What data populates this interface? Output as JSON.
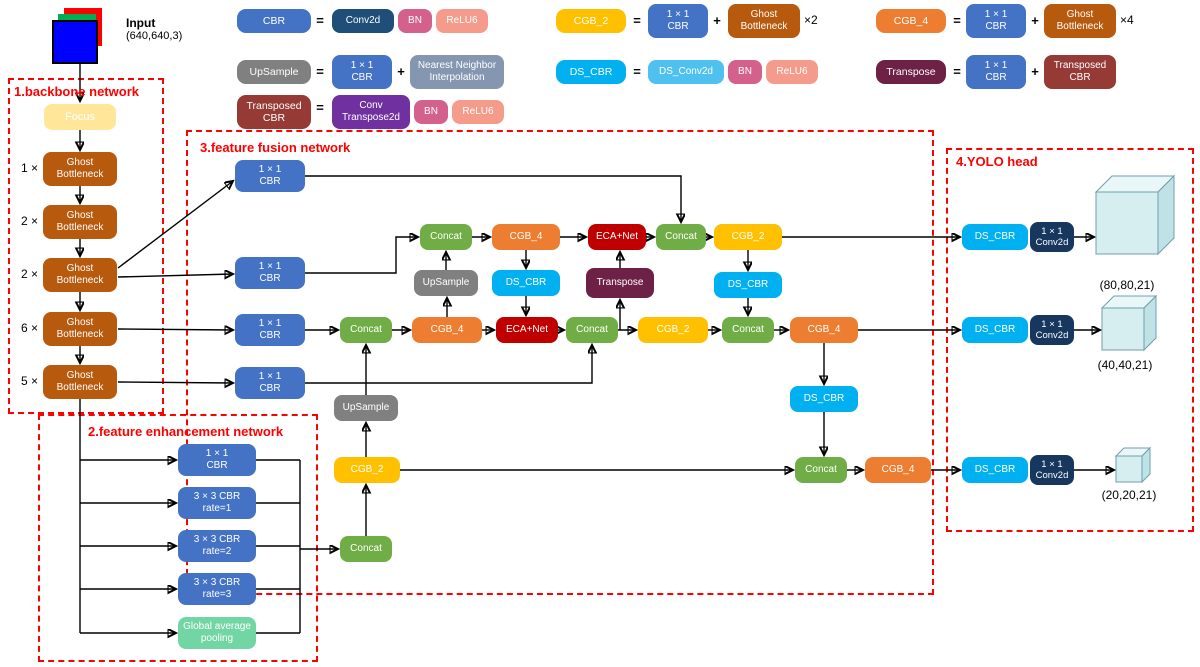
{
  "input": {
    "title": "Input",
    "shape": "(640,640,3)"
  },
  "symbols": {
    "eq": "=",
    "plus": "+"
  },
  "legend": {
    "cbr": {
      "chip": "CBR",
      "conv": "Conv2d",
      "bn": "BN",
      "relu": "ReLU6"
    },
    "upsample": {
      "chip": "UpSample",
      "cbr": "1 × 1\nCBR",
      "nn": "Nearest Neighbor\nInterpolation"
    },
    "tcbr": {
      "chip": "Transposed\nCBR",
      "conv": "Conv\nTranspose2d",
      "bn": "BN",
      "relu": "ReLU6"
    },
    "cgb2": {
      "chip": "CGB_2",
      "cbr": "1 × 1\nCBR",
      "ghost": "Ghost\nBottleneck",
      "mult": "×2"
    },
    "dscbr": {
      "chip": "DS_CBR",
      "conv": "DS_Conv2d",
      "bn": "BN",
      "relu": "ReLU6"
    },
    "cgb4": {
      "chip": "CGB_4",
      "cbr": "1 × 1\nCBR",
      "ghost": "Ghost\nBottleneck",
      "mult": "×4"
    },
    "transpose": {
      "chip": "Transpose",
      "cbr": "1 × 1\nCBR",
      "tcbr": "Transposed\nCBR"
    }
  },
  "backbone": {
    "title": "1.backbone network",
    "focus": "Focus",
    "ghost": "Ghost\nBottleneck",
    "mults": [
      "1 ×",
      "2 ×",
      "2 ×",
      "6 ×",
      "5 ×"
    ]
  },
  "enhancement": {
    "title": "2.feature enhancement network",
    "blocks": [
      "1 × 1\nCBR",
      "3 × 3 CBR\nrate=1",
      "3 × 3 CBR\nrate=2",
      "3 × 3 CBR\nrate=3",
      "Global average\npooling"
    ]
  },
  "fusion": {
    "title": "3.feature fusion network",
    "cbr1x1": "1 × 1\nCBR",
    "concat": "Concat",
    "cgb2": "CGB_2",
    "cgb4": "CGB_4",
    "eca": "ECA+Net",
    "upsample": "UpSample",
    "ds_cbr": "DS_CBR",
    "transpose": "Transpose"
  },
  "head": {
    "title": "4.YOLO head",
    "ds_cbr": "DS_CBR",
    "conv": "1 × 1\nConv2d",
    "outputs": [
      "(80,80,21)",
      "(40,40,21)",
      "(20,20,21)"
    ]
  },
  "colors": {
    "cbr_blue": "#4472C4",
    "conv_navy": "#1F4E79",
    "conv1x1_navy": "#17375E",
    "bn_pink": "#D4608C",
    "relu_salmon": "#F49B8C",
    "cgb2_yellow": "#FFC000",
    "cgb4_orange": "#ED7D31",
    "ghost_brown": "#B85A0E",
    "upsample_gray": "#808080",
    "nn_bluegray": "#8496B0",
    "dscbr_cyan": "#00B0F0",
    "dsconv_lightcyan": "#4FC1F0",
    "transpose_plum": "#6E2146",
    "transposed_cbr_darkred": "#963A36",
    "convtranspose_purple": "#7030A0",
    "eca_red": "#C00000",
    "concat_green": "#70AD47",
    "gap_mint": "#72D6A4",
    "focus_cream": "#FFE699",
    "box_dash_red": "#FF0000",
    "cube_fill": "#D7EEF0"
  }
}
